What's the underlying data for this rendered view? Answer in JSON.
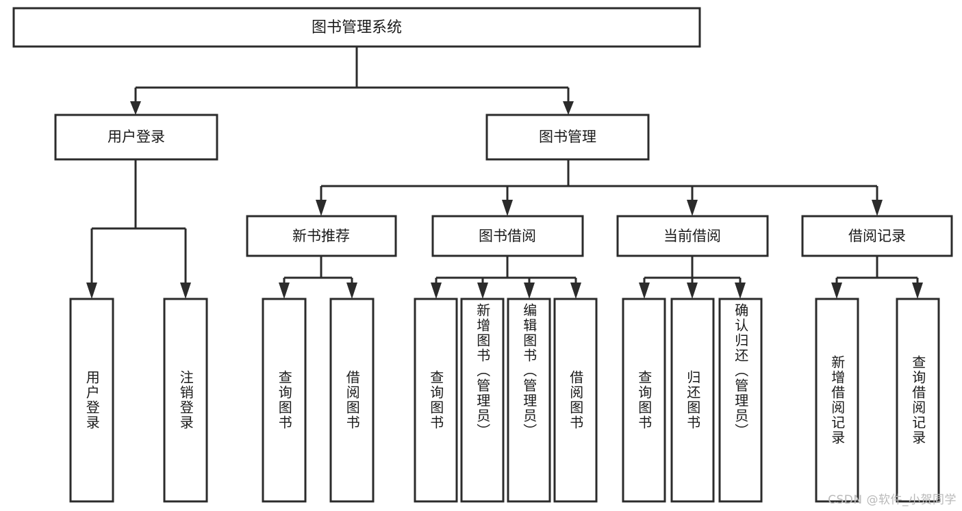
{
  "diagram": {
    "type": "tree",
    "title": "图书管理系统",
    "root": {
      "id": "root",
      "label": "图书管理系统",
      "level": 0
    },
    "level1": [
      {
        "id": "user-login",
        "label": "用户登录"
      },
      {
        "id": "book-management",
        "label": "图书管理"
      }
    ],
    "level2": [
      {
        "id": "new-book-recommend",
        "label": "新书推荐",
        "parent": "book-management"
      },
      {
        "id": "book-borrow",
        "label": "图书借阅",
        "parent": "book-management"
      },
      {
        "id": "current-borrow",
        "label": "当前借阅",
        "parent": "book-management"
      },
      {
        "id": "borrow-record",
        "label": "借阅记录",
        "parent": "book-management"
      }
    ],
    "leaves": {
      "user-login": [
        {
          "id": "leaf-user-login",
          "label": "用户登录"
        },
        {
          "id": "leaf-user-logout",
          "label": "注销登录"
        }
      ],
      "new-book-recommend": [
        {
          "id": "leaf-query-book-1",
          "label": "查询图书"
        },
        {
          "id": "leaf-borrow-book-1",
          "label": "借阅图书"
        }
      ],
      "book-borrow": [
        {
          "id": "leaf-query-book-2",
          "label": "查询图书"
        },
        {
          "id": "leaf-add-book",
          "label": "新增图书（管理员）"
        },
        {
          "id": "leaf-edit-book",
          "label": "编辑图书（管理员）"
        },
        {
          "id": "leaf-borrow-book-2",
          "label": "借阅图书"
        }
      ],
      "current-borrow": [
        {
          "id": "leaf-query-book-3",
          "label": "查询图书"
        },
        {
          "id": "leaf-return-book",
          "label": "归还图书"
        },
        {
          "id": "leaf-confirm-return",
          "label": "确认归还（管理员）"
        }
      ],
      "borrow-record": [
        {
          "id": "leaf-add-record",
          "label": "新增借阅记录"
        },
        {
          "id": "leaf-query-record",
          "label": "查询借阅记录"
        }
      ]
    }
  },
  "colors": {
    "stroke": "#2b2b2b",
    "box_fill": "#ffffff",
    "text": "#1a1a1a",
    "background": "#ffffff",
    "watermark": "#b9b9b9"
  },
  "watermark": {
    "text": "CSDN @软件_小贺同学"
  }
}
